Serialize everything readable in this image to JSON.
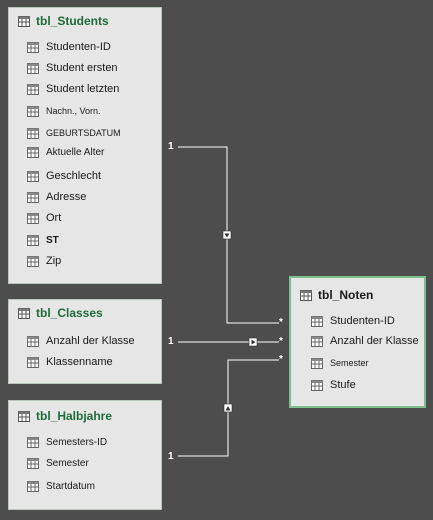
{
  "tables": {
    "students": {
      "title": "tbl_Students",
      "fields": [
        "Studenten-ID",
        "Student ersten",
        "Student letzten",
        "Nachn., Vorn.",
        "GEBURTSDATUM",
        "Aktuelle Alter",
        "Geschlecht",
        "Adresse",
        "Ort",
        "ST",
        "Zip"
      ]
    },
    "classes": {
      "title": "tbl_Classes",
      "fields": [
        "Anzahl der Klasse",
        "Klassenname"
      ]
    },
    "halbjahre": {
      "title": "tbl_Halbjahre",
      "fields": [
        "Semesters-ID",
        "Semester",
        "Startdatum"
      ]
    },
    "noten": {
      "title": "tbl_Noten",
      "fields": [
        "Studenten-ID",
        "Anzahl der Klasse",
        "Semester",
        "Stufe"
      ]
    }
  },
  "relationships": [
    {
      "from": "tbl_Students",
      "to": "tbl_Noten",
      "one": "1",
      "many": "*"
    },
    {
      "from": "tbl_Classes",
      "to": "tbl_Noten",
      "one": "1",
      "many": "*"
    },
    {
      "from": "tbl_Halbjahre",
      "to": "tbl_Noten",
      "one": "1",
      "many": "*"
    }
  ],
  "colors": {
    "background": "#4d4d4d",
    "table_fill": "#e6e6e6",
    "title_text": "#1e6b3a",
    "selected_border": "#7fbf8f",
    "line": "#ffffff"
  },
  "icons": {
    "table": "table-icon",
    "field": "field-icon"
  }
}
